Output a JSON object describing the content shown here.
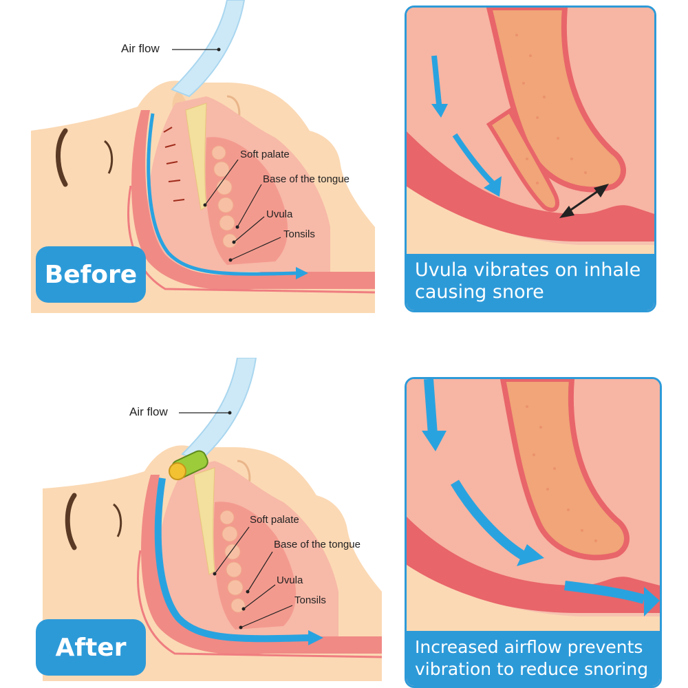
{
  "before": {
    "badge": "Before",
    "labels": {
      "air_flow": "Air flow",
      "soft_palate": "Soft palate",
      "base_tongue": "Base of  the tongue",
      "uvula": "Uvula",
      "tonsils": "Tonsils"
    },
    "caption_line1": "Uvula vibrates on inhale",
    "caption_line2": "causing snore"
  },
  "after": {
    "badge": "After",
    "labels": {
      "air_flow": "Air flow",
      "soft_palate": "Soft palate",
      "base_tongue": "Base of  the tongue",
      "uvula": "Uvula",
      "tonsils": "Tonsils"
    },
    "caption_line1": "Increased airflow prevents",
    "caption_line2": "vibration to reduce snoring"
  },
  "colors": {
    "skin": "#fbd9b4",
    "tissue": "#f39a8e",
    "tissue_dark": "#e8656a",
    "airflow": "#29a3e0",
    "accent": "#2d9ad8"
  },
  "icons": [
    "airflow-arrow-icon",
    "vibration-double-arrow-icon",
    "nasal-dilator-icon"
  ]
}
